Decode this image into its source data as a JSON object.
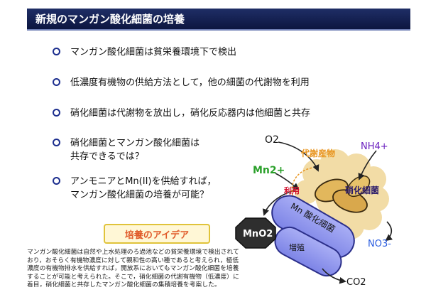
{
  "header": {
    "title": "新規のマンガン酸化細菌の培養"
  },
  "bullets": [
    "マンガン酸化細菌は貧栄養環境下で検出",
    "低濃度有機物の供給方法として，他の細菌の代謝物を利用",
    "硝化細菌は代謝物を放出し，硝化反応器内は他細菌と共存",
    "硝化細菌とマンガン酸化細菌は",
    "共存できるでは？",
    "アンモニアとMn(II)を供給すれば，",
    "マンガン酸化細菌の培養が可能？"
  ],
  "idea_label": "培養のアイデア",
  "description": [
    "マンガン酸化細菌は自然や上水処理のろ過池などの貧栄養環境で検出されて",
    "おり，おそらく有機物濃度に対して親和性の高い種であると考えられ，極低",
    "濃度の有機物排水を供給すれば，開放系においてもマンガン酸化細菌を培養",
    "することが可能と考えられた。そこで，硝化細菌の代謝有機物（低濃度）に",
    "着目，硝化細菌と共存したマンガン酸化細菌の集積培養を考案した。"
  ],
  "diagram": {
    "o2": "O2",
    "nh4": "NH4+",
    "mn2": "Mn2+",
    "metabolites": "代謝産物",
    "utilize": "利用",
    "nitrifier": "硝化細菌",
    "mn_bacteria": "Mn 酸化細菌",
    "growth": "増殖",
    "mno2": "MnO2",
    "no3": "NO3-",
    "co2": "CO2"
  },
  "colors": {
    "title_bg": "#1a2a5e",
    "bullet_ring": "#1c2e8e",
    "idea_text": "#e05a2a",
    "mn_green": "#2aa02a",
    "nh4_purple": "#6a1fbf",
    "metabolite_orange": "#e8941e",
    "utilize_red": "#d2122e",
    "no3_blue": "#2a5de0",
    "mn_bacteria_fill": "#8f96ee",
    "nitrifier_fill": "#e8c26a",
    "floc_fill": "#f2dca6"
  }
}
